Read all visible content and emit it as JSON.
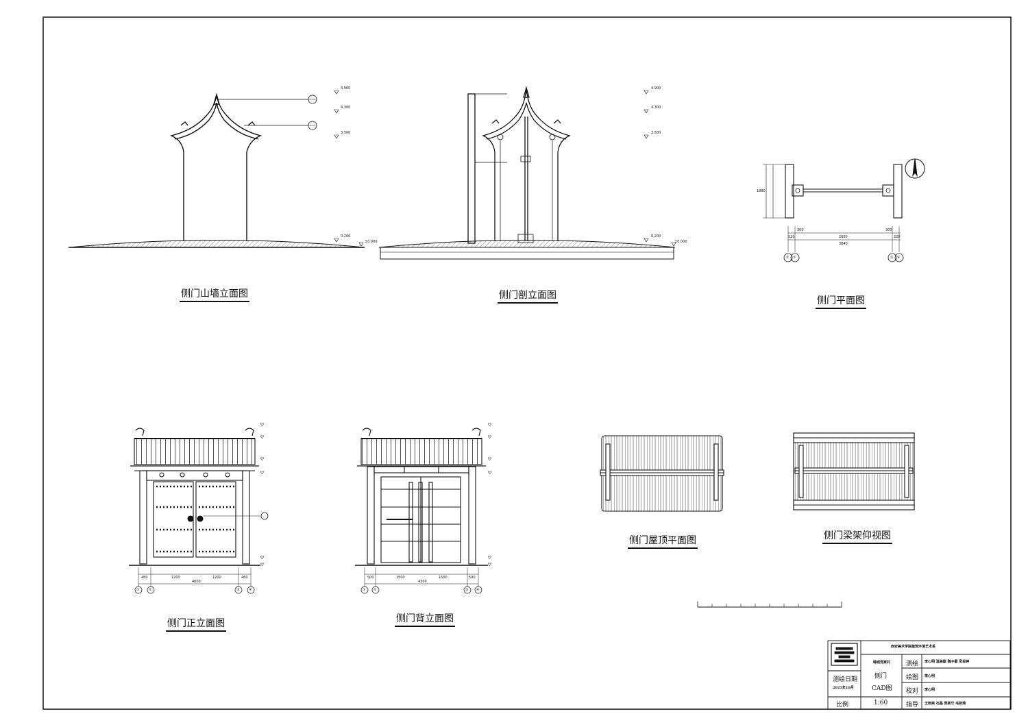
{
  "drawings": {
    "gable_elevation": "侧门山墙立面图",
    "section_elevation": "侧门剖立面图",
    "plan": "侧门平面图",
    "front_elevation": "侧门正立面图",
    "back_elevation": "侧门背立面图",
    "roof_plan": "侧门屋顶平面图",
    "beam_reflected_plan": "侧门梁架仰视图"
  },
  "elevations": {
    "top": "4.900",
    "mid": "4.300",
    "eave": "3.500",
    "base": "0.200",
    "zero": "±0.000"
  },
  "plan_dims": {
    "total": "3840",
    "span": "2800",
    "side_left": "220",
    "side_right": "220",
    "post_left": "300",
    "post_right": "300",
    "depth": "1880",
    "axes": [
      "①",
      "②",
      "③",
      "④"
    ]
  },
  "front_dims": {
    "d1": "480",
    "d2": "1200",
    "d3": "1200",
    "d4": "480",
    "total": "4000",
    "axes": [
      "①",
      "②",
      "③",
      "④"
    ]
  },
  "back_dims": {
    "d1": "500",
    "d2": "1500",
    "d3": "1500",
    "d4": "500",
    "total": "4300",
    "axes": [
      "①",
      "②",
      "③",
      "④"
    ]
  },
  "title_block": {
    "school": "西安美术学院建筑环境艺术系",
    "project": "韩城党家村",
    "part": "侧门",
    "drawing_type": "CAD图",
    "survey_date_label": "测绘日期",
    "survey_date": "2021年10月",
    "scale_label": "比例",
    "scale": "1:60",
    "survey_label": "测绘",
    "survey_names": "李心明 温骐騏 魏子豪 吴思婷",
    "draw_label": "绘图",
    "draw_names": "李心明",
    "check_label": "校对",
    "check_names": "李心明",
    "guide_label": "指导",
    "guide_names": "王晓爽 石磊 吴新华 毛新燕"
  }
}
